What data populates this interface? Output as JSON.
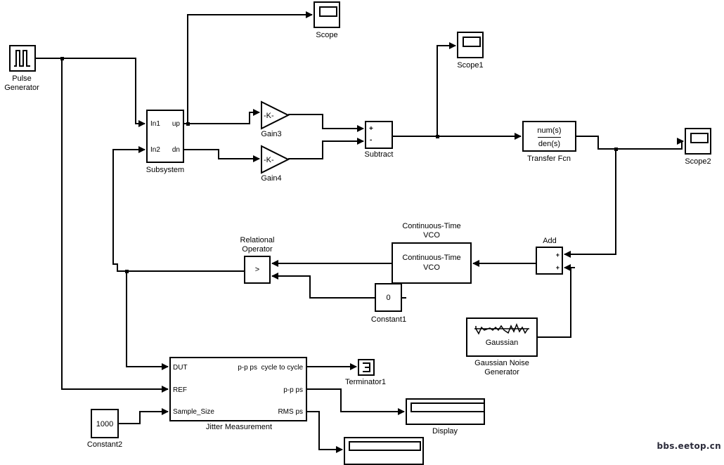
{
  "diagram": {
    "type": "simulink-block-diagram",
    "blocks": {
      "pulse_generator": {
        "label": "Pulse\nGenerator",
        "label_lines": [
          "Pulse",
          "Generator"
        ]
      },
      "subsystem": {
        "label": "Subsystem",
        "inputs": [
          "In1",
          "In2"
        ],
        "outputs": [
          "up",
          "dn"
        ]
      },
      "scope": {
        "label": "Scope"
      },
      "scope1": {
        "label": "Scope1"
      },
      "scope2": {
        "label": "Scope2"
      },
      "gain3": {
        "label": "Gain3",
        "value": "-K-"
      },
      "gain4": {
        "label": "Gain4",
        "value": "-K-"
      },
      "subtract": {
        "label": "Subtract",
        "signs": [
          "+",
          "-"
        ]
      },
      "transfer_fcn": {
        "label": "Transfer Fcn",
        "numerator": "num(s)",
        "denominator": "den(s)"
      },
      "relational_operator": {
        "label_lines": [
          "Relational",
          "Operator"
        ],
        "operator": ">"
      },
      "vco": {
        "label_lines": [
          "Continuous-Time",
          "VCO"
        ],
        "inner_lines": [
          "Continuous-Time",
          "VCO"
        ]
      },
      "add": {
        "label": "Add",
        "signs": [
          "+",
          "+"
        ]
      },
      "constant1": {
        "label": "Constant1",
        "value": "0"
      },
      "gaussian": {
        "label_lines": [
          "Gaussian Noise",
          "Generator"
        ],
        "inner": "Gaussian"
      },
      "jitter": {
        "label": "Jitter Measurement",
        "inputs": [
          "DUT",
          "REF",
          "Sample_Size"
        ],
        "outputs": [
          "p-p ps  cycle to cycle",
          "p-p ps",
          "RMS ps"
        ]
      },
      "terminator1": {
        "label": "Terminator1"
      },
      "constant2": {
        "label": "Constant2",
        "value": "1000"
      },
      "display": {
        "label": "Display"
      },
      "display2": {
        "label": ""
      }
    }
  },
  "watermark": "bbs.eetop.cn"
}
